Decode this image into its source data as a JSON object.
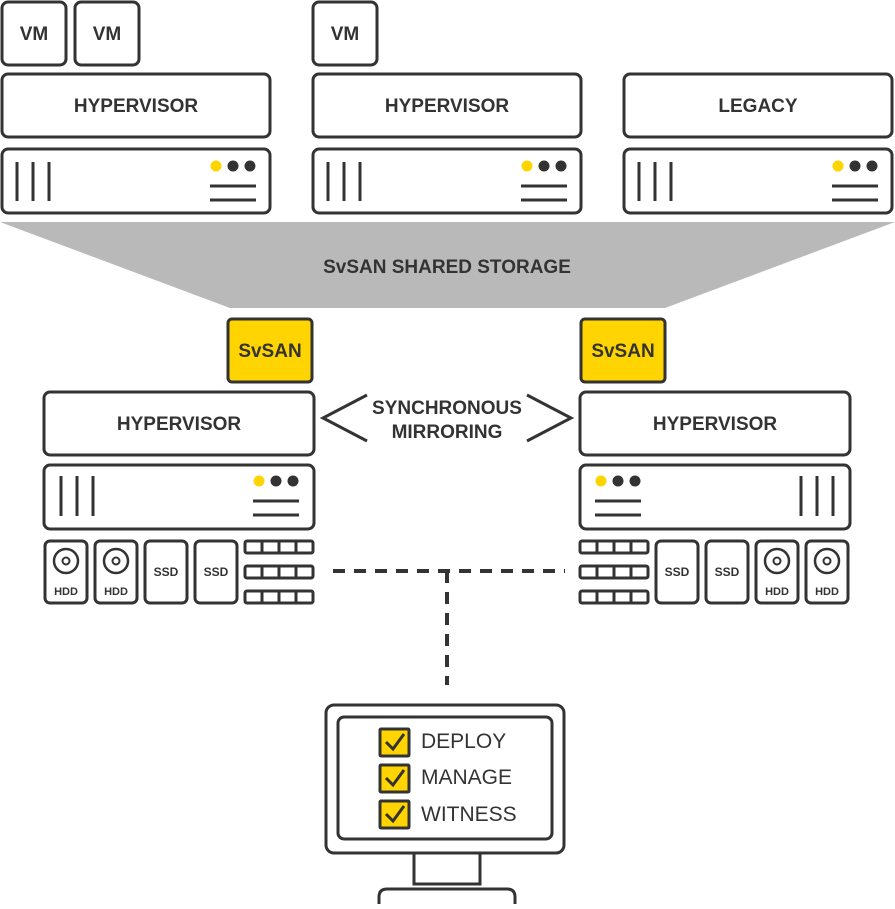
{
  "colors": {
    "stroke": "#333333",
    "accent_yellow": "#ffd400",
    "storage_band": "#b9b9b9",
    "background": "#ffffff"
  },
  "top": {
    "vm_labels": [
      "VM",
      "VM",
      "VM"
    ],
    "layer_labels": [
      "HYPERVISOR",
      "HYPERVISOR",
      "LEGACY"
    ]
  },
  "shared_storage": {
    "label": "SvSAN SHARED STORAGE"
  },
  "nodes": {
    "left": {
      "svsan_label": "SvSAN",
      "hypervisor_label": "HYPERVISOR",
      "disks": [
        "HDD",
        "HDD",
        "SSD",
        "SSD"
      ]
    },
    "right": {
      "svsan_label": "SvSAN",
      "hypervisor_label": "HYPERVISOR",
      "disks": [
        "SSD",
        "SSD",
        "HDD",
        "HDD"
      ]
    }
  },
  "mirroring": {
    "line1": "SYNCHRONOUS",
    "line2": "MIRRORING"
  },
  "monitor": {
    "items": [
      {
        "label": "DEPLOY",
        "checked": true
      },
      {
        "label": "MANAGE",
        "checked": true
      },
      {
        "label": "WITNESS",
        "checked": true
      }
    ]
  }
}
